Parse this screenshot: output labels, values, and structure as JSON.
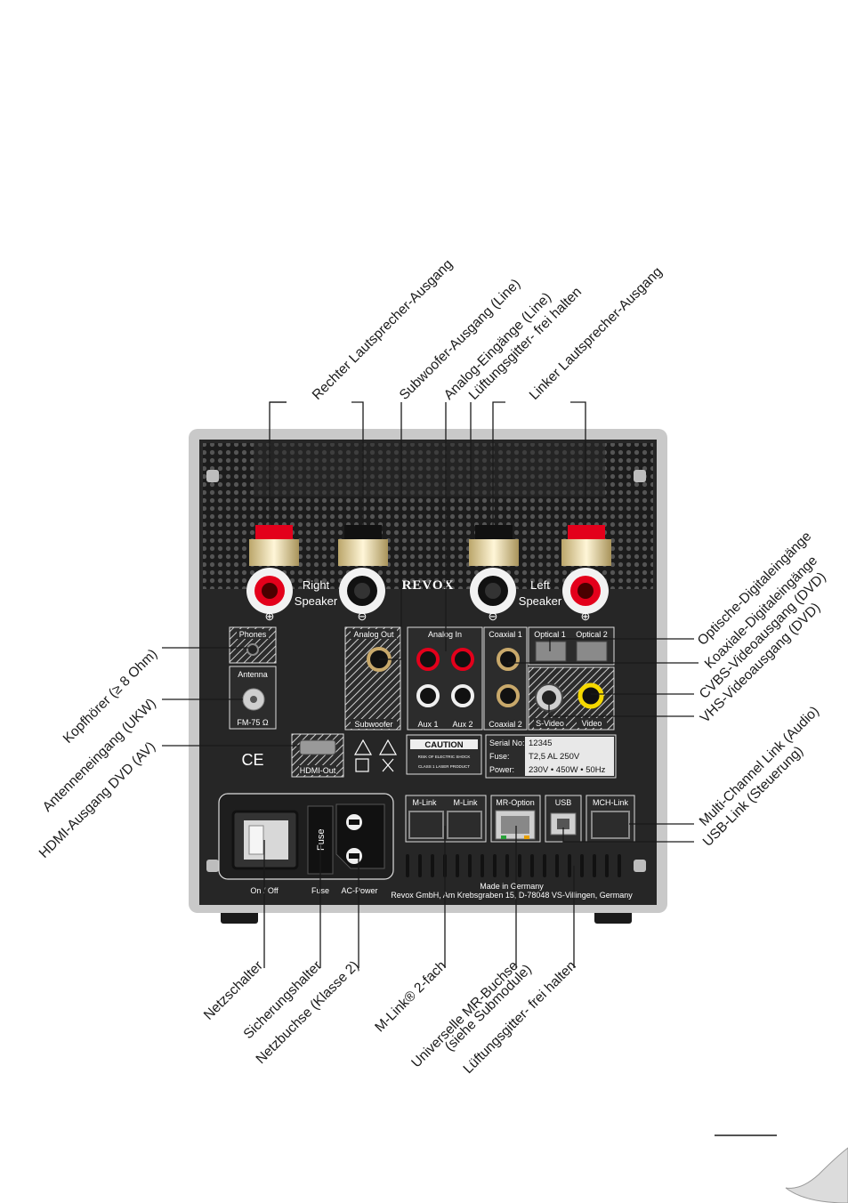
{
  "callouts": {
    "right_speaker_out": "Rechter Lautsprecher-Ausgang",
    "subwoofer_out": "Subwoofer-Ausgang (Line)",
    "analog_in": "Analog-Eingänge (Line)",
    "vent_top": "Lüftungsgitter- frei halten",
    "left_speaker_out": "Linker Lautsprecher-Ausgang",
    "optical_in": "Optische-Digitaleingänge",
    "coaxial_in": "Koaxiale-Digitaleingänge",
    "cvbs_out": "CVBS-Videoausgang (DVD)",
    "vhs_out": "VHS-Videoausgang (DVD)",
    "headphones": "Kopfhörer (≥ 8 Ohm)",
    "antenna_in": "Antenneneingang (UKW)",
    "hdmi_out": "HDMI-Ausgang DVD (AV)",
    "multichannel": "Multi-Channel Link (Audio)",
    "usb_link": "USB-Link (Steuerung)",
    "power_switch": "Netzschalter",
    "fuse_holder": "Sicherungshalter",
    "power_socket": "Netzbuchse (Klasse 2)",
    "mlink": "M-Link® 2-fach",
    "mr_socket_1": "Universelle MR-Buchse",
    "mr_socket_2": "(siehe Submodule)",
    "vent_bottom": "Lüftungsgitter- frei halten"
  },
  "panel": {
    "brand": "REVOX",
    "right_speaker_1": "Right",
    "right_speaker_2": "Speaker",
    "left_speaker_1": "Left",
    "left_speaker_2": "Speaker",
    "plus": "⊕",
    "minus": "⊖",
    "phones": "Phones",
    "antenna": "Antenna",
    "fm": "FM-75 Ω",
    "analog_out": "Analog Out",
    "subwoofer": "Subwoofer",
    "analog_in": "Analog In",
    "aux1": "Aux 1",
    "aux2": "Aux 2",
    "coaxial1": "Coaxial 1",
    "coaxial2": "Coaxial 2",
    "optical1": "Optical 1",
    "optical2": "Optical 2",
    "svideo": "S-Video",
    "video": "Video",
    "hdmi": "HDMI-Out",
    "ce": "CE",
    "caution": "CAUTION",
    "caution_sub1": "RISK OF ELECTRIC SHOCK",
    "caution_sub2": "CLASS 1 LASER PRODUCT",
    "serial_label": "Serial No:",
    "serial_value": "12345",
    "fuse_label": "Fuse:",
    "fuse_value": "T2,5 AL 250V",
    "power_label": "Power:",
    "power_value": "230V • 450W • 50Hz",
    "mlink1": "M-Link",
    "mlink2": "M-Link",
    "mr_option": "MR-Option",
    "usb": "USB",
    "mch_link": "MCH-Link",
    "fuse_holder": "Fuse",
    "onoff": "On / Off",
    "fuse_bottom": "Fuse",
    "ac_power": "AC-Power",
    "made_in": "Made in Germany",
    "address": "Revox GmbH, Am Krebsgraben 15, D-78048 VS-Villingen, Germany"
  },
  "colors": {
    "frame": "#c9c9c9",
    "panel": "#262626",
    "red": "#e3001b",
    "yellow": "#f5d800",
    "gold": "#e8d9a8"
  }
}
